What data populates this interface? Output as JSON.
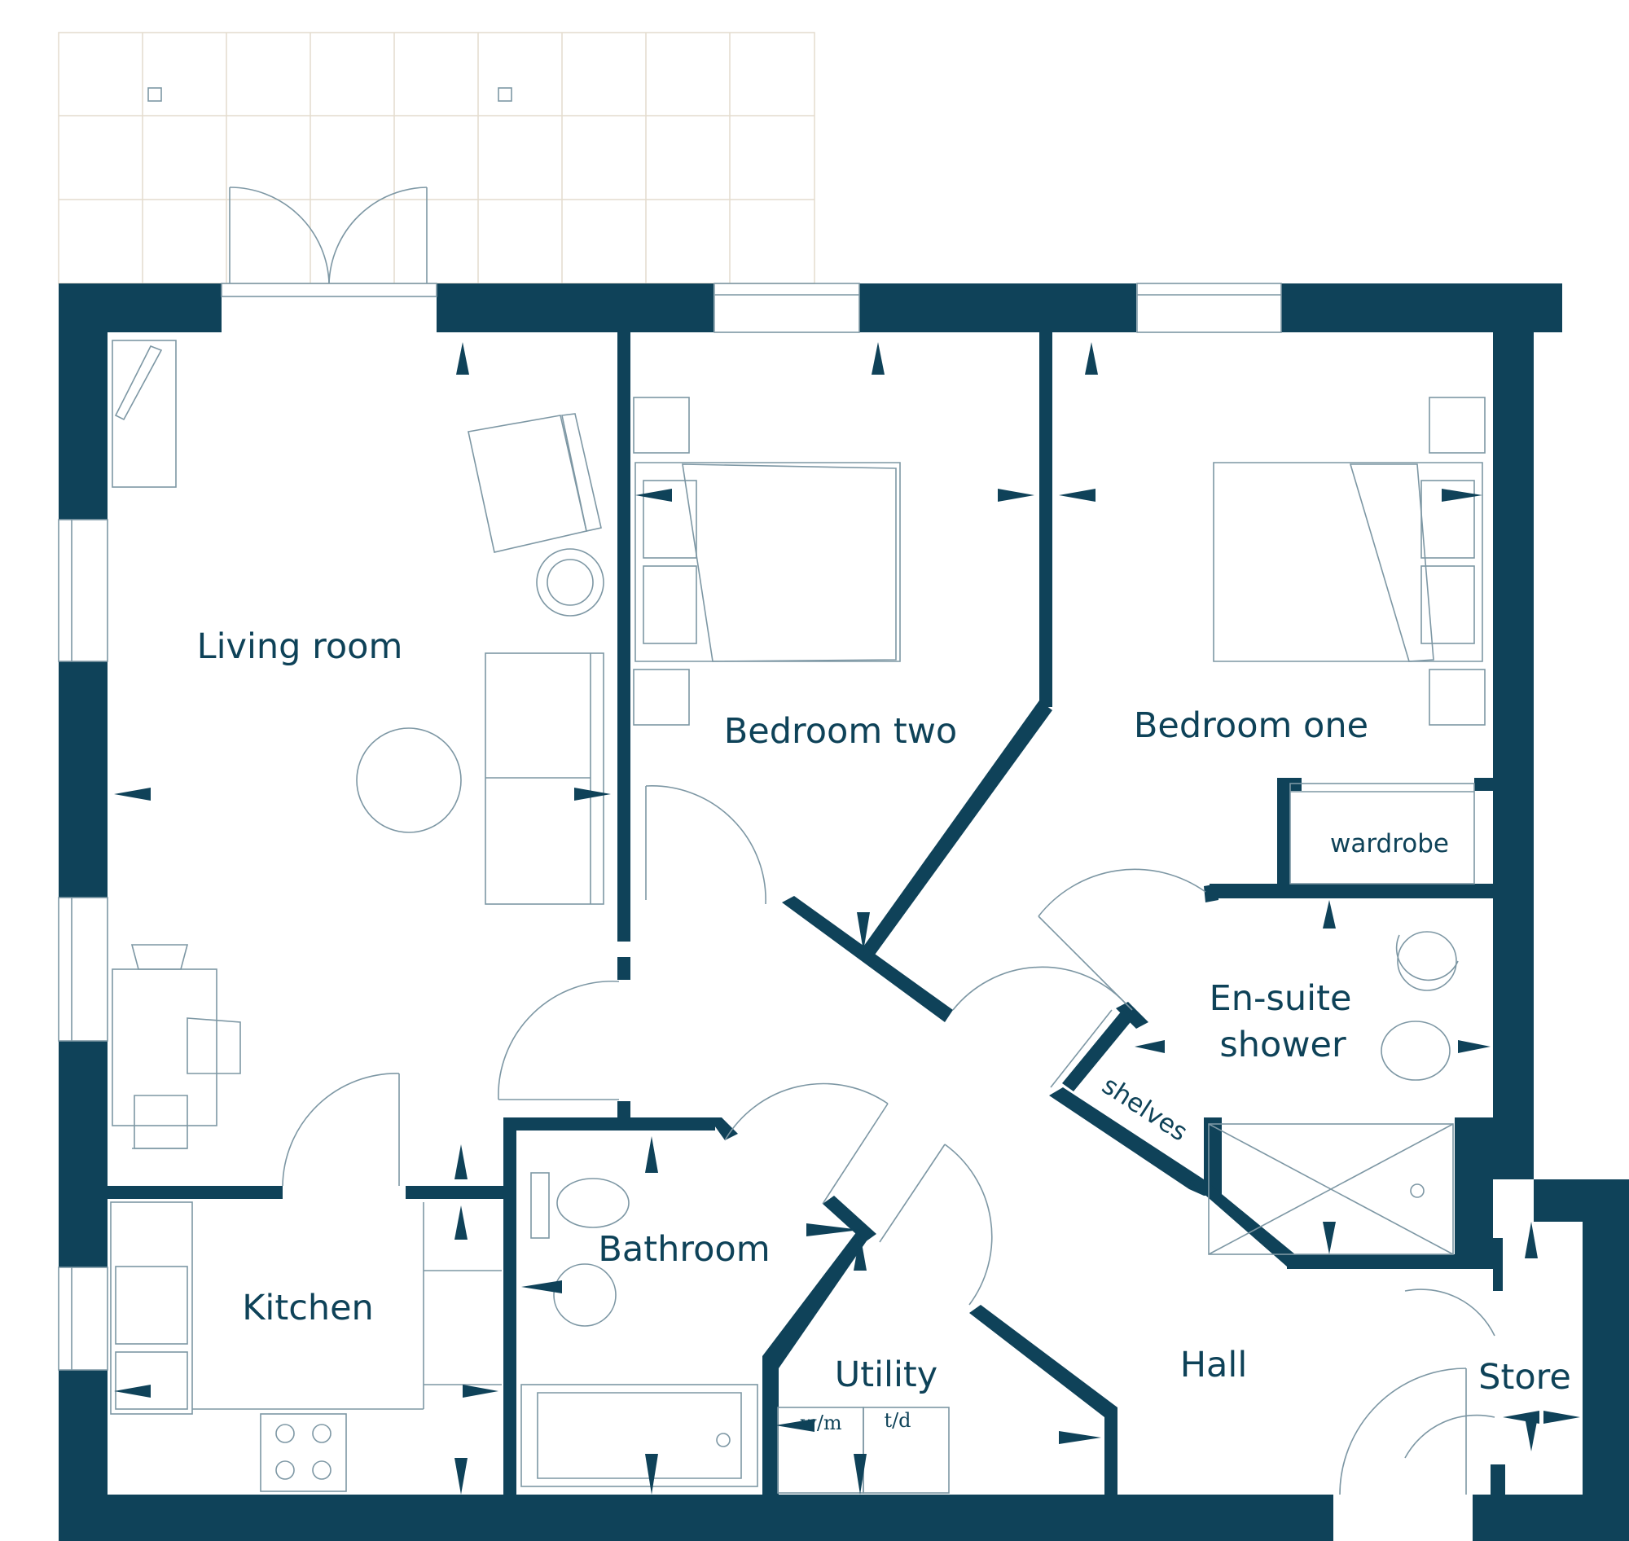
{
  "rooms": {
    "living": "Living room",
    "bed2": "Bedroom two",
    "bed1": "Bedroom one",
    "wardrobe": "wardrobe",
    "ensuite_line1": "En-suite",
    "ensuite_line2": "shower",
    "shelves": "shelves",
    "bathroom": "Bathroom",
    "kitchen": "Kitchen",
    "utility": "Utility",
    "hall": "Hall",
    "store": "Store",
    "washing_machine": "w/m",
    "tumble_dryer": "t/d"
  },
  "colors": {
    "wall": "#0f4259",
    "text": "#0e4258",
    "fixture_line": "#7d97a4",
    "patio_grid": "#e4dccd"
  }
}
